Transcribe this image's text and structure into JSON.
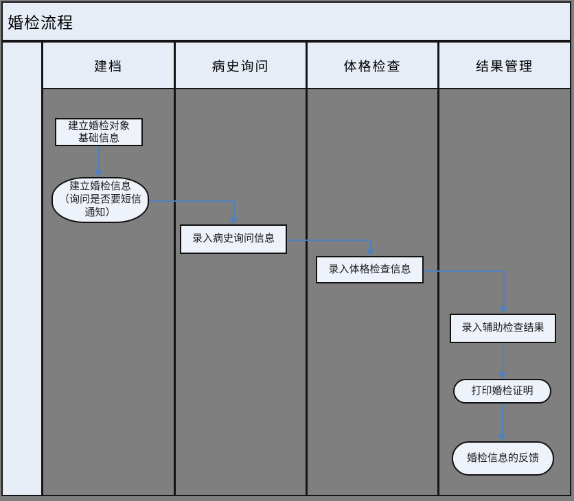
{
  "title": "婚检流程",
  "lanes": [
    {
      "label": "建档"
    },
    {
      "label": "病史询问"
    },
    {
      "label": "体格检查"
    },
    {
      "label": "结果管理"
    }
  ],
  "nodes": [
    {
      "id": "create-basic-info",
      "lane": "建档",
      "shape": "rectangle",
      "label": "建立婚检对象\n基础信息"
    },
    {
      "id": "create-exam-info",
      "lane": "建档",
      "shape": "ellipse",
      "label": "建立婚检信息\n（询问是否要短信\n通知）"
    },
    {
      "id": "enter-medical-history",
      "lane": "病史询问",
      "shape": "rectangle",
      "label": "录入病史询问信息"
    },
    {
      "id": "enter-physical-exam",
      "lane": "体格检查",
      "shape": "rectangle",
      "label": "录入体格检查信息"
    },
    {
      "id": "enter-auxiliary-results",
      "lane": "结果管理",
      "shape": "rectangle",
      "label": "录入辅助检查结果"
    },
    {
      "id": "print-certificate",
      "lane": "结果管理",
      "shape": "stadium",
      "label": "打印婚检证明"
    },
    {
      "id": "feedback",
      "lane": "结果管理",
      "shape": "stadium",
      "label": "婚检信息的反馈"
    }
  ],
  "edges": [
    {
      "from": "create-basic-info",
      "to": "create-exam-info"
    },
    {
      "from": "create-exam-info",
      "to": "enter-medical-history"
    },
    {
      "from": "enter-medical-history",
      "to": "enter-physical-exam"
    },
    {
      "from": "enter-physical-exam",
      "to": "enter-auxiliary-results"
    },
    {
      "from": "enter-auxiliary-results",
      "to": "print-certificate"
    },
    {
      "from": "print-certificate",
      "to": "feedback"
    }
  ],
  "colors": {
    "lane_body": "#7f7f7f",
    "band_background": "#e7edf7",
    "shape_fill": "#eef2fa",
    "line": "#141414",
    "connector": "#4f81bd"
  }
}
